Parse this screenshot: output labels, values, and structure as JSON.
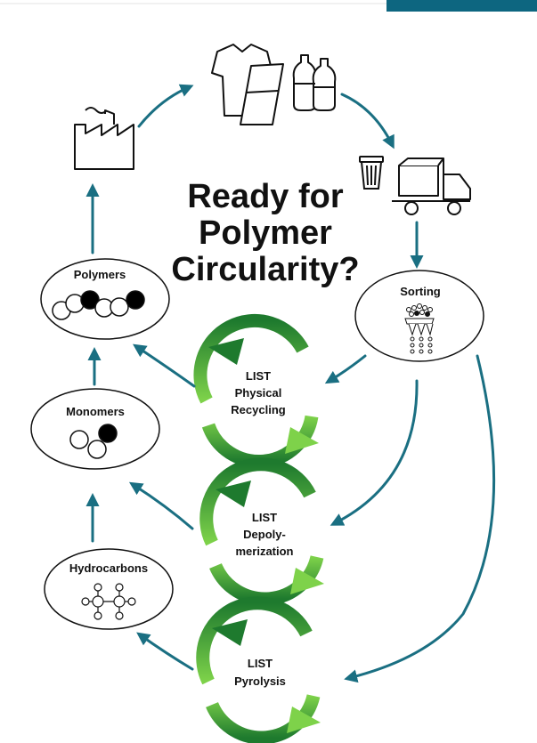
{
  "title": {
    "lines": [
      "Ready for",
      "Polymer",
      "Circularity?"
    ]
  },
  "nodes": {
    "polymers": "Polymers",
    "monomers": "Monomers",
    "hydrocarbons": "Hydrocarbons",
    "sorting": "Sorting"
  },
  "processes": {
    "physical": [
      "LIST",
      "Physical",
      "Recycling"
    ],
    "depolymerization": [
      "LIST",
      "Depoly-",
      "merization"
    ],
    "pyrolysis": [
      "LIST",
      "Pyrolysis"
    ]
  },
  "icons": {
    "factory": "factory-icon",
    "products": "clothing-and-bottles-icon",
    "bin": "trash-bin-icon",
    "truck": "truck-icon",
    "sorting": "sorting-machine-icon",
    "molecule": "molecule-icon"
  },
  "colors": {
    "arrow": "#1a6f82",
    "topbar": "#0d6680",
    "green_dark": "#1e7a2e",
    "green_light": "#7ed24a",
    "ink": "#111111"
  }
}
